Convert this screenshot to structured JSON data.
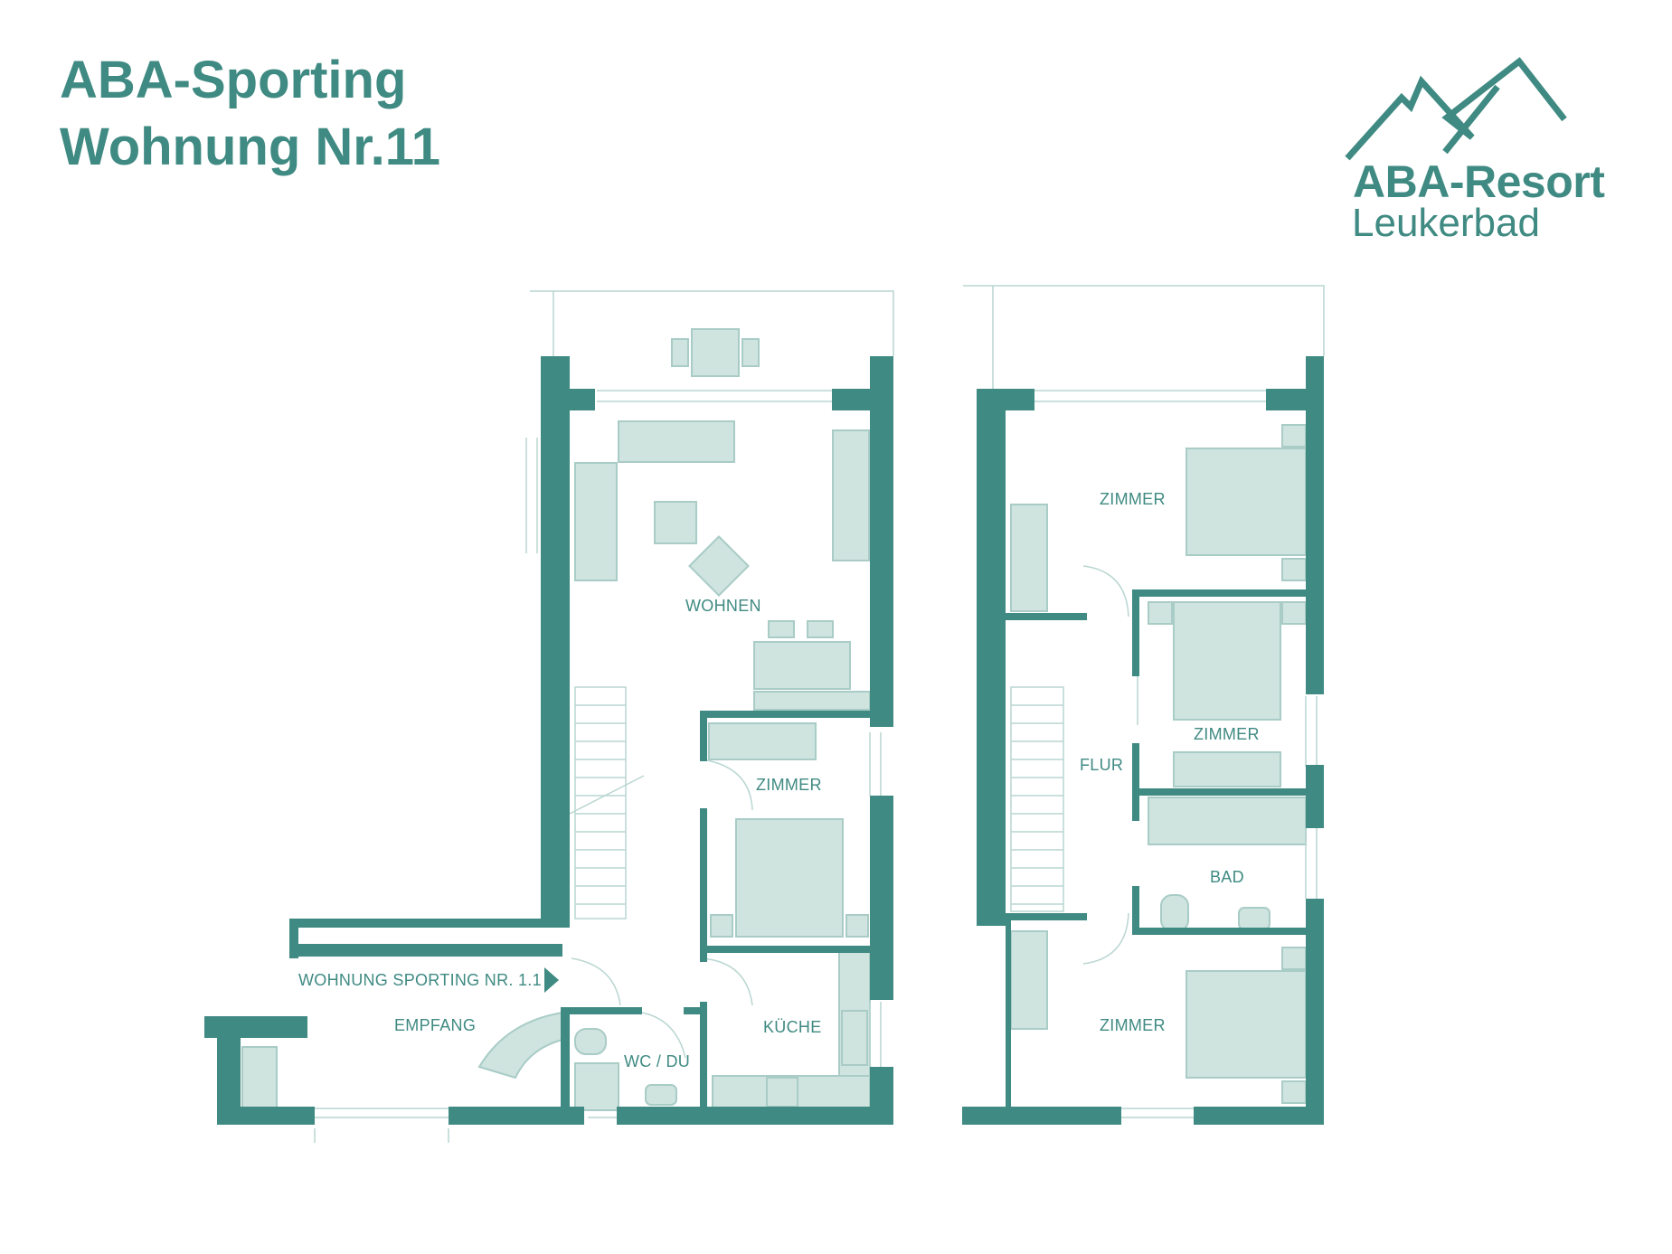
{
  "header": {
    "title_line1": "ABA-Sporting",
    "title_line2": "Wohnung Nr.11"
  },
  "logo": {
    "name": "ABA-Resort",
    "place": "Leukerbad",
    "icon": "mountain-logo-icon"
  },
  "rooms": {
    "wohnen": "WOHNEN",
    "zimmer_ground": "ZIMMER",
    "kueche": "KÜCHE",
    "wc_du": "WC / DU",
    "empfang": "EMPFANG",
    "entrance": "WOHNUNG SPORTING NR. 1.1",
    "zimmer_top": "ZIMMER",
    "zimmer_middle": "ZIMMER",
    "flur": "FLUR",
    "bad": "BAD",
    "zimmer_bottom": "ZIMMER"
  },
  "colors": {
    "wall": "#3f8a82",
    "furniture": "#cfe3df",
    "furniture_stroke": "#a9ccc6",
    "thin_line": "#b9d6d1"
  }
}
